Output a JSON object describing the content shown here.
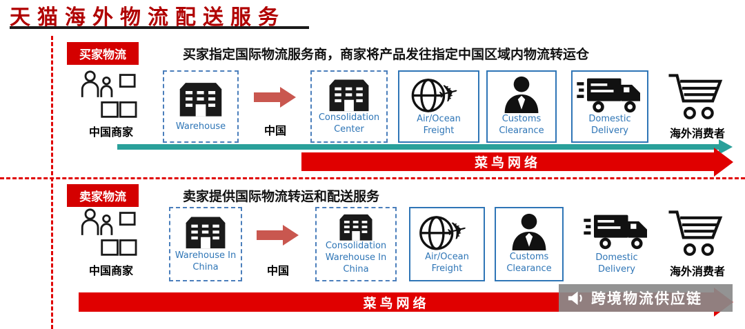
{
  "title": "天猫海外物流配送服务",
  "colors": {
    "title_red": "#b00000",
    "badge_red": "#d40000",
    "cainiao_arrow_red": "#e00000",
    "small_arrow_red": "#c9574f",
    "teal_arrow": "#2aa09a",
    "box_border_blue": "#2e75b6",
    "box_text_blue": "#2e75b6",
    "watermark_gray": "#8a8a8a"
  },
  "icons": {
    "merchant": "people-with-boxes-icon",
    "warehouse": "warehouse-building-icon",
    "flow_arrow": "right-block-arrow-icon",
    "air_ocean": "globe-plane-icon",
    "customs": "officer-silhouette-icon",
    "domestic": "delivery-truck-icon",
    "consumer": "shopping-cart-icon",
    "watermark": "megaphone-icon"
  },
  "sections": [
    {
      "badge": "买家物流",
      "description": "买家指定国际物流服务商，商家将产品发往指定中国区域内物流转运仓",
      "nodes": {
        "merchant_label": "中国商家",
        "warehouse_label": "Warehouse",
        "china_label": "中国",
        "consolidation_label": "Consolidation Center",
        "air_ocean_label": "Air/Ocean Freight",
        "customs_label": "Customs Clearance",
        "domestic_label": "Domestic Delivery",
        "consumer_label": "海外消费者"
      },
      "cainiao_arrow_label": "菜鸟网络"
    },
    {
      "badge": "卖家物流",
      "description": "卖家提供国际物流转运和配送服务",
      "nodes": {
        "merchant_label": "中国商家",
        "warehouse_label": "Warehouse In China",
        "china_label": "中国",
        "consolidation_label": "Consolidation Warehouse In China",
        "air_ocean_label": "Air/Ocean Freight",
        "customs_label": "Customs Clearance",
        "domestic_label": "Domestic Delivery",
        "consumer_label": "海外消费者"
      },
      "cainiao_arrow_label": "菜鸟网络"
    }
  ],
  "watermark": "跨境物流供应链"
}
